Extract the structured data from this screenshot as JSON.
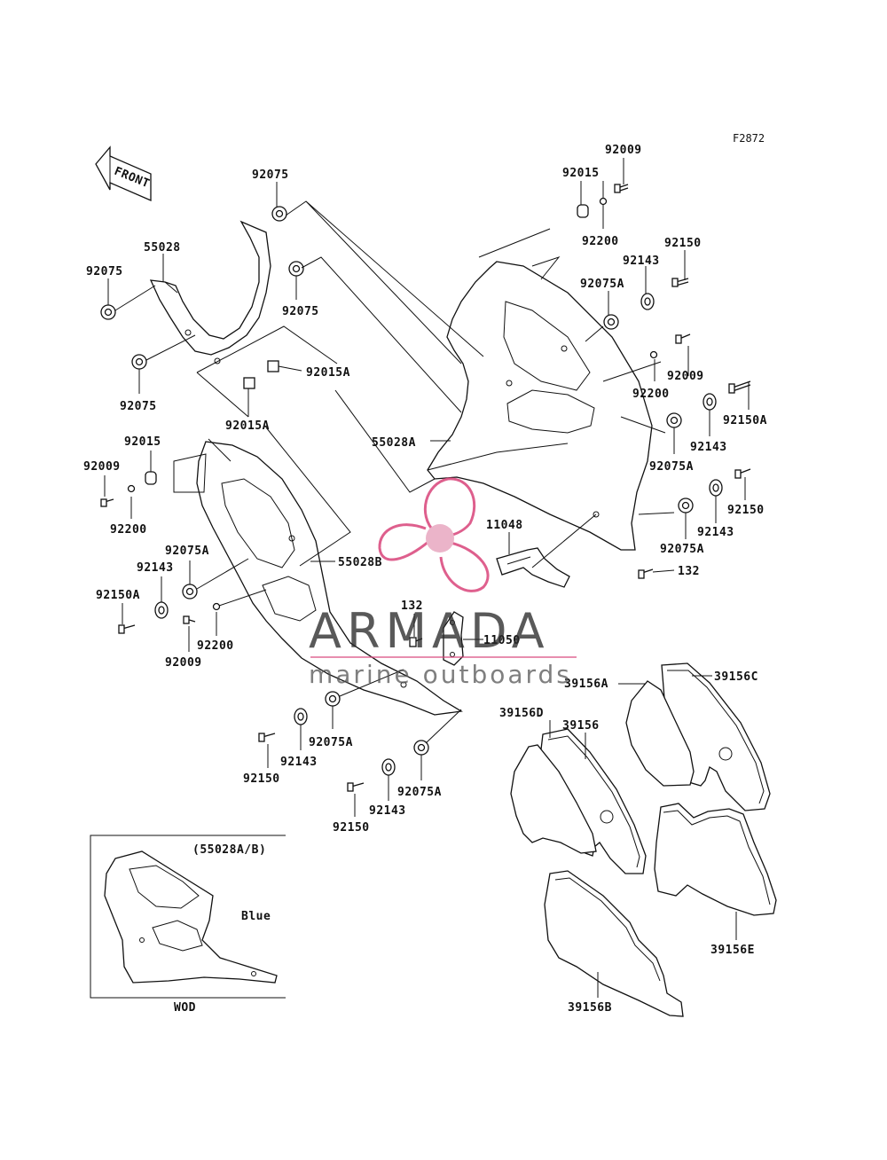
{
  "figure_code": "F2872",
  "front_label": "FRONT",
  "watermark": {
    "brand": "ARMADA",
    "tagline": "marine outboards",
    "accent": "#d9447a"
  },
  "callouts": {
    "c1": "92009",
    "c2": "92015",
    "c3": "92200",
    "c4": "92150",
    "c5": "92143",
    "c6": "92075A",
    "c7": "92009",
    "c8": "92200",
    "c9": "92150A",
    "c10": "92143",
    "c11": "92075A",
    "c12": "92150",
    "c13": "92143",
    "c14": "92075A",
    "c15": "132",
    "c16": "11048",
    "c17": "92075",
    "c18": "55028",
    "c19": "92075",
    "c20": "92075",
    "c21": "92075",
    "c22": "92015A",
    "c23": "92015A",
    "c24": "55028A",
    "c25": "92015",
    "c26": "92009",
    "c27": "92200",
    "c28": "92075A",
    "c29": "55028B",
    "c30": "92143",
    "c31": "92150A",
    "c32": "92200",
    "c33": "92009",
    "c34": "132",
    "c35": "11050",
    "c36": "92075A",
    "c37": "92143",
    "c38": "92150",
    "c39": "92075A",
    "c40": "92143",
    "c41": "92150",
    "c42": "39156A",
    "c43": "39156C",
    "c44": "39156D",
    "c45": "39156",
    "c46": "39156E",
    "c47": "39156B"
  },
  "inset": {
    "reference": "(55028A/B)",
    "color": "Blue",
    "caption": "WOD"
  }
}
